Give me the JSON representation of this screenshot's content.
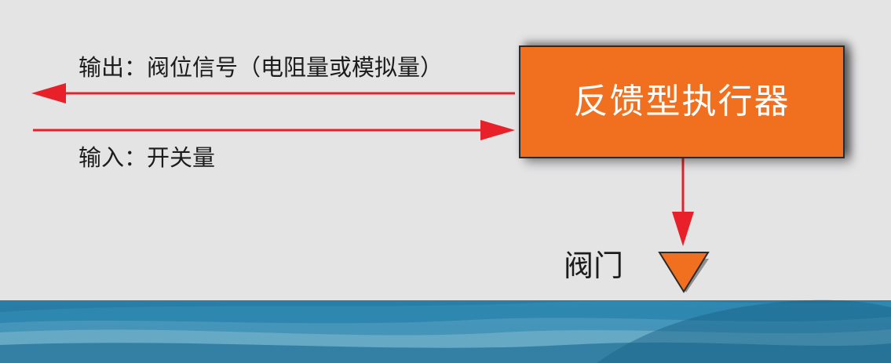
{
  "actuator": {
    "title": "反馈型执行器",
    "fill_color": "#f07020"
  },
  "signals": {
    "output_label": "输出：阀位信号（电阻量或模拟量）",
    "input_label": "输入：开关量",
    "arrow_color": "#e8202a"
  },
  "valve": {
    "label": "阀门",
    "symbol_color": "#f07020"
  },
  "background": {
    "color": "#e4e4e5",
    "wave_colors": [
      "#1f6f97",
      "#2d86ad",
      "#5aa3c3",
      "#8ec0d4"
    ]
  }
}
